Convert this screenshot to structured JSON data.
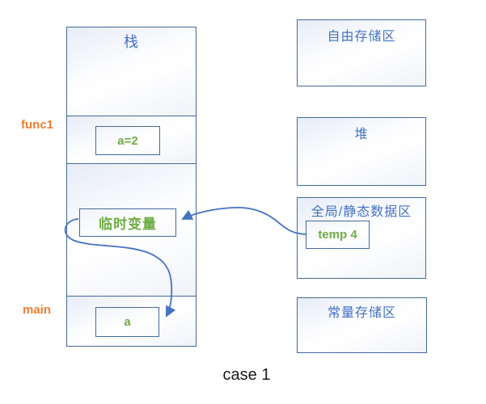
{
  "colors": {
    "region_text_blue": "#4472c4",
    "variable_text_green": "#70ad47",
    "frame_label_orange": "#ed7d31",
    "box_border_blue": "#44699e",
    "arrow_blue": "#4472c4",
    "caption_black": "#1a1a1a"
  },
  "stack": {
    "title": "栈",
    "func1_label": "func1",
    "main_label": "main",
    "frames": {
      "func1_var": "a=2",
      "temp_var": "临时变量",
      "main_var": "a"
    }
  },
  "regions": [
    {
      "label": "自由存储区"
    },
    {
      "label": "堆"
    },
    {
      "label": "全局/静态数据区",
      "item": "temp 4"
    },
    {
      "label": "常量存储区"
    }
  ],
  "arrows": [
    {
      "name": "temp4-to-tempvar",
      "from": "temp 4",
      "to": "临时变量"
    },
    {
      "name": "tempvar-to-a",
      "from": "临时变量",
      "to": "a"
    }
  ],
  "caption": "case 1"
}
